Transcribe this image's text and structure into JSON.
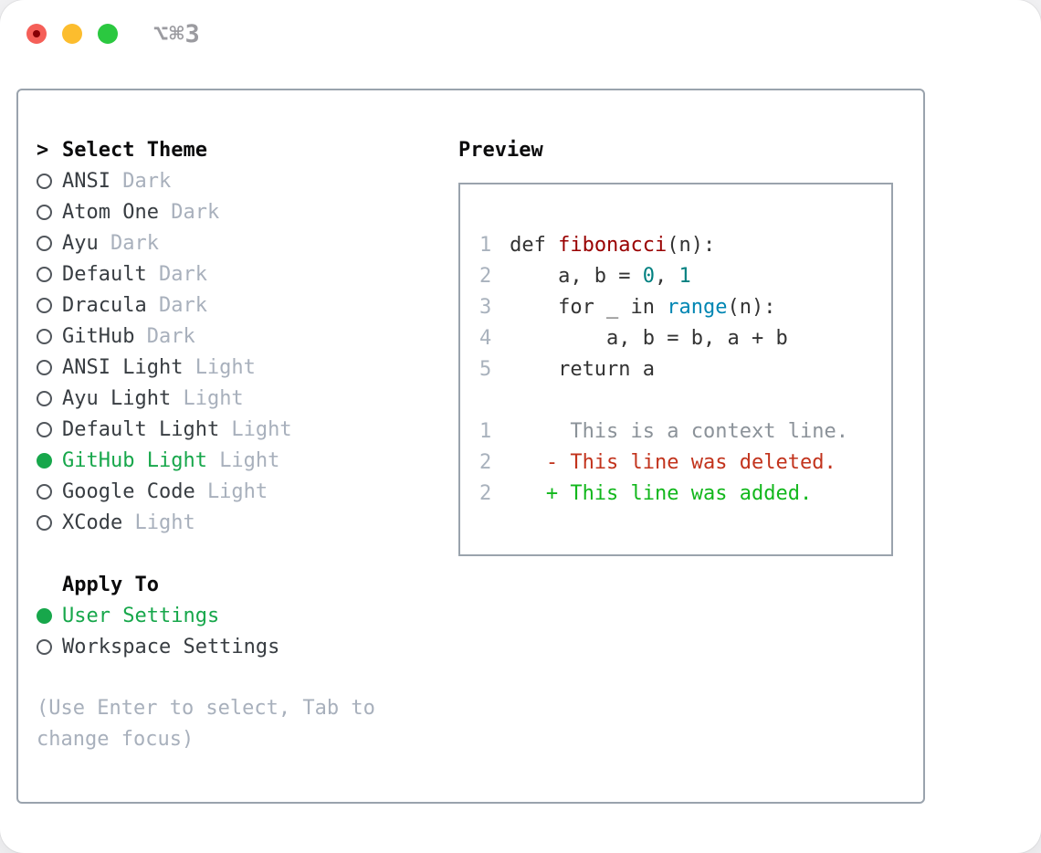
{
  "colors": {
    "accent": "#17a74b",
    "added": "#12b71c",
    "deleted": "#c2331c",
    "context": "#8b9299",
    "gutter": "#a9b2bd",
    "code": "#333333",
    "code-title": "#990000",
    "code-number": "#008080",
    "code-builtin": "#0086b3",
    "name": "#383d42",
    "muted": "#a8b0bc",
    "border": "#9aa3ad",
    "header": "#0b0b0c",
    "title-gray": "#9b9ba0",
    "tl-red": "#f55f58",
    "tl-red-dot": "#870005",
    "tl-yellow": "#fcbd2e",
    "tl-green": "#2bc840"
  },
  "window": {
    "title": "⌥⌘3"
  },
  "theme_selector": {
    "cursor": ">",
    "header": "Select Theme",
    "items": [
      {
        "name": "ANSI",
        "variant": "Dark",
        "selected": false
      },
      {
        "name": "Atom One",
        "variant": "Dark",
        "selected": false
      },
      {
        "name": "Ayu",
        "variant": "Dark",
        "selected": false
      },
      {
        "name": "Default",
        "variant": "Dark",
        "selected": false
      },
      {
        "name": "Dracula",
        "variant": "Dark",
        "selected": false
      },
      {
        "name": "GitHub",
        "variant": "Dark",
        "selected": false
      },
      {
        "name": "ANSI Light",
        "variant": "Light",
        "selected": false
      },
      {
        "name": "Ayu Light",
        "variant": "Light",
        "selected": false
      },
      {
        "name": "Default Light",
        "variant": "Light",
        "selected": false
      },
      {
        "name": "GitHub Light",
        "variant": "Light",
        "selected": true
      },
      {
        "name": "Google Code",
        "variant": "Light",
        "selected": false
      },
      {
        "name": "XCode",
        "variant": "Light",
        "selected": false
      }
    ]
  },
  "apply_to": {
    "header": "Apply To",
    "options": [
      {
        "label": "User Settings",
        "selected": true
      },
      {
        "label": "Workspace Settings",
        "selected": false
      }
    ]
  },
  "hint_lines": [
    "(Use Enter to select, Tab to",
    "change focus)"
  ],
  "preview": {
    "header": "Preview",
    "lines": [
      {
        "num": "1",
        "segments": [
          {
            "t": "def ",
            "s": "code"
          },
          {
            "t": "fibonacci",
            "s": "title"
          },
          {
            "t": "(n):",
            "s": "code"
          }
        ]
      },
      {
        "num": "2",
        "segments": [
          {
            "t": "    a, b = ",
            "s": "code"
          },
          {
            "t": "0",
            "s": "num"
          },
          {
            "t": ", ",
            "s": "code"
          },
          {
            "t": "1",
            "s": "num"
          }
        ]
      },
      {
        "num": "3",
        "segments": [
          {
            "t": "    for _ in ",
            "s": "code"
          },
          {
            "t": "range",
            "s": "builtin"
          },
          {
            "t": "(n):",
            "s": "code"
          }
        ]
      },
      {
        "num": "4",
        "segments": [
          {
            "t": "        a, b = b, a + b",
            "s": "code"
          }
        ]
      },
      {
        "num": "5",
        "segments": [
          {
            "t": "    return a",
            "s": "code"
          }
        ]
      },
      {
        "num": "",
        "segments": []
      },
      {
        "num": "1",
        "segments": [
          {
            "t": "     This is a context line.",
            "s": "ctx"
          }
        ]
      },
      {
        "num": "2",
        "segments": [
          {
            "t": "   - This line was deleted.",
            "s": "del"
          }
        ]
      },
      {
        "num": "2",
        "segments": [
          {
            "t": "   + This line was added.",
            "s": "add"
          }
        ]
      }
    ]
  }
}
